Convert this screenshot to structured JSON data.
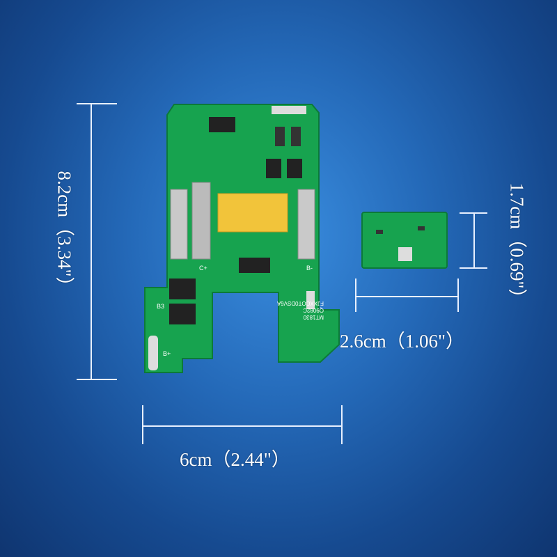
{
  "dimensions": {
    "main_height": "8.2cm（3.34\"）",
    "main_width": "6cm（2.44\"）",
    "small_height": "1.7cm（0.69\"）",
    "small_width": "2.6cm（1.06\"）"
  },
  "pcb_labels": {
    "b3": "B3",
    "b_plus": "B+",
    "b_minus": "B-",
    "c_plus": "C+",
    "silk": "MT1830 Q9082C FJXXCOT0DSV6A"
  },
  "colors": {
    "pcb_green": "#17a34f",
    "connector_yellow": "#f2c43a",
    "background_blue": "#2469b8"
  }
}
